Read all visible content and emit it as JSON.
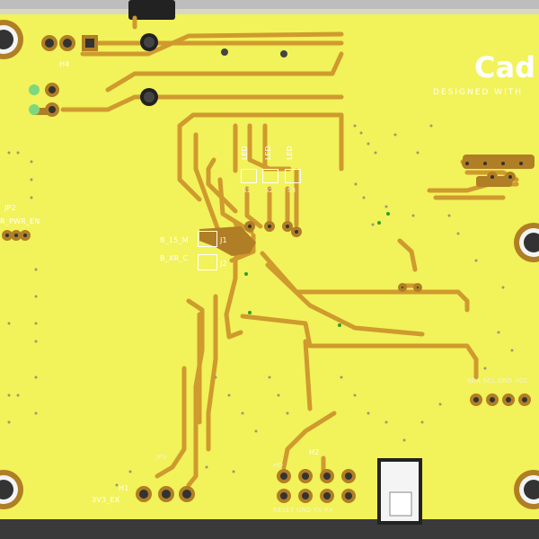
{
  "brand": {
    "logo_text": "Cad",
    "tagline": "DESIGNED WITH"
  },
  "labels": {
    "h4": "H4",
    "jp2": "JP2",
    "pwr_en": "R_PWR_EN",
    "sel_15v": "B_15_M",
    "sel_xr": "B_XR_C",
    "j1": "J1",
    "j2": "J2",
    "h2": "H2",
    "hd": "HD",
    "ext_3v3": "3V3_EX",
    "h1": "H1",
    "jp3": "JP3",
    "s1": "S1",
    "s2": "S2",
    "s3": "S3",
    "led1": "LED",
    "led2": "LED",
    "led3": "LED",
    "conn_right": "SDA SCL GND VCC",
    "conn_bottom": "RESET GND TX RX"
  },
  "colors": {
    "board": "#f2f25a",
    "trace": "#cf9a2e",
    "copper_pad": "#b07e24",
    "silk": "#ffffff",
    "frame": "#3a3a3a",
    "via_green": "#2e9e2e"
  }
}
